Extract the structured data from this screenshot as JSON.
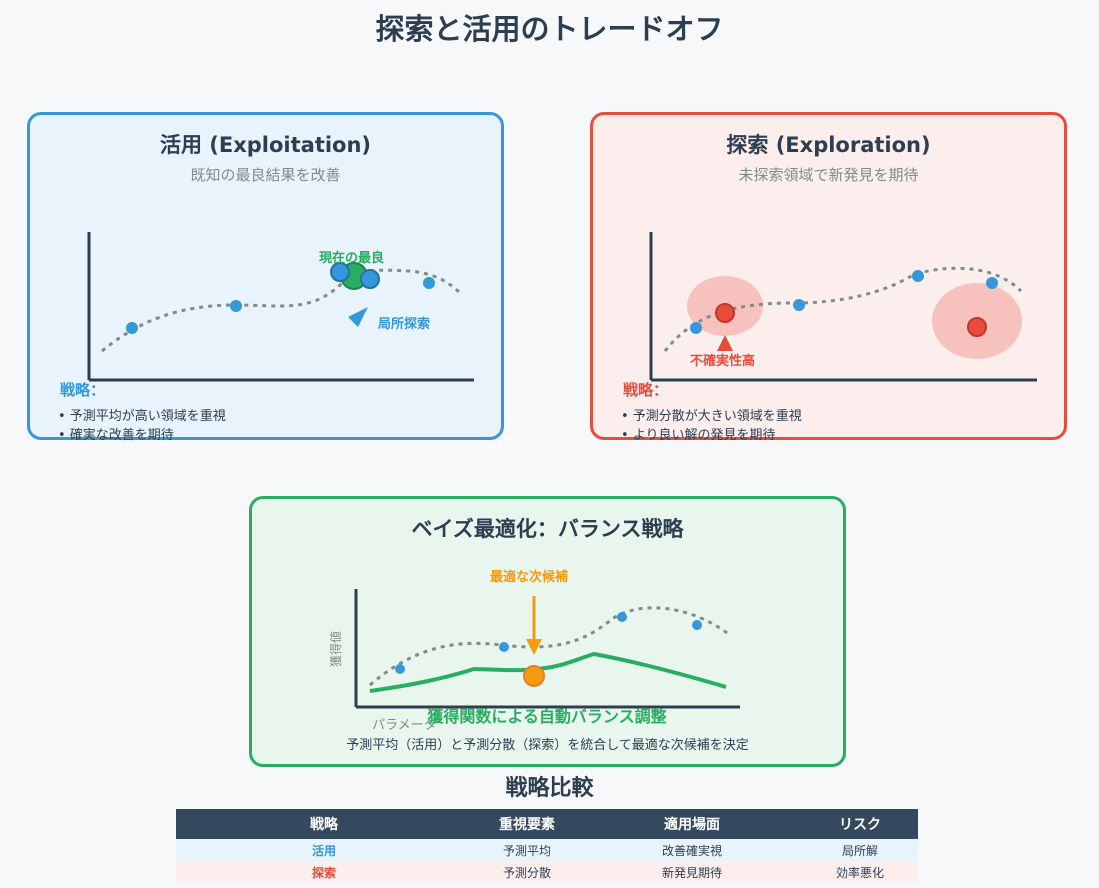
{
  "title": "探索と活用のトレードオフ",
  "exploitation": {
    "title": "活用 (Exploitation)",
    "subtitle": "既知の最良結果を改善",
    "label_best": "現在の最良",
    "label_local": "局所探索",
    "strategy_heading": "戦略：",
    "bullets": [
      "• 予測平均が高い領域を重視",
      "• 確実な改善を期待"
    ],
    "color": "#3498db"
  },
  "exploration": {
    "title": "探索 (Exploration)",
    "subtitle": "未探索領域で新発見を期待",
    "label_uncertain": "不確実性高",
    "strategy_heading": "戦略：",
    "bullets": [
      "• 予測分散が大きい領域を重視",
      "• より良い解の発見を期待"
    ],
    "color": "#e74c3c"
  },
  "bayes": {
    "title": "ベイズ最適化：バランス戦略",
    "label_next": "最適な次候補",
    "ylabel": "獲得値",
    "xlabel": "パラメータ",
    "headline": "獲得関数による自動バランス調整",
    "caption": "予測平均（活用）と予測分散（探索）を統合して最適な次候補を決定",
    "color": "#27ae60",
    "accent": "#f39c12"
  },
  "comparison": {
    "title": "戦略比較",
    "headers": [
      "戦略",
      "重視要素",
      "適用場面",
      "リスク"
    ],
    "rows": [
      [
        "活用",
        "予測平均",
        "改善確実視",
        "局所解"
      ],
      [
        "探索",
        "予測分散",
        "新発見期待",
        "効率悪化"
      ]
    ]
  }
}
